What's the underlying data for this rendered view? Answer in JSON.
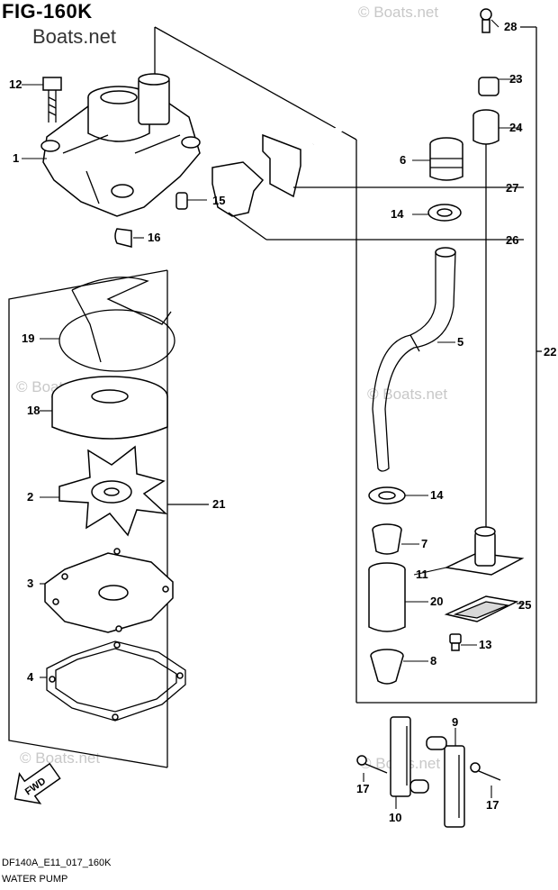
{
  "figure": {
    "title": "FIG-160K",
    "code": "DF140A_E11_017_160K",
    "name": "WATER PUMP"
  },
  "watermark": {
    "main": "Boats.net",
    "faint": "© Boats.net"
  },
  "fwd_arrow": {
    "text": "FWD"
  },
  "callouts": {
    "c1": "1",
    "c2": "2",
    "c3": "3",
    "c4": "4",
    "c5": "5",
    "c6": "6",
    "c7": "7",
    "c8": "8",
    "c9": "9",
    "c10": "10",
    "c11": "11",
    "c12": "12",
    "c13": "13",
    "c14a": "14",
    "c14b": "14",
    "c15": "15",
    "c16": "16",
    "c17a": "17",
    "c17b": "17",
    "c18": "18",
    "c19": "19",
    "c20": "20",
    "c21": "21",
    "c22": "22",
    "c23": "23",
    "c24": "24",
    "c25": "25",
    "c26": "26",
    "c27": "27",
    "c28": "28"
  },
  "colors": {
    "line": "#000000",
    "background": "#ffffff",
    "watermark": "#c8c8c8"
  }
}
